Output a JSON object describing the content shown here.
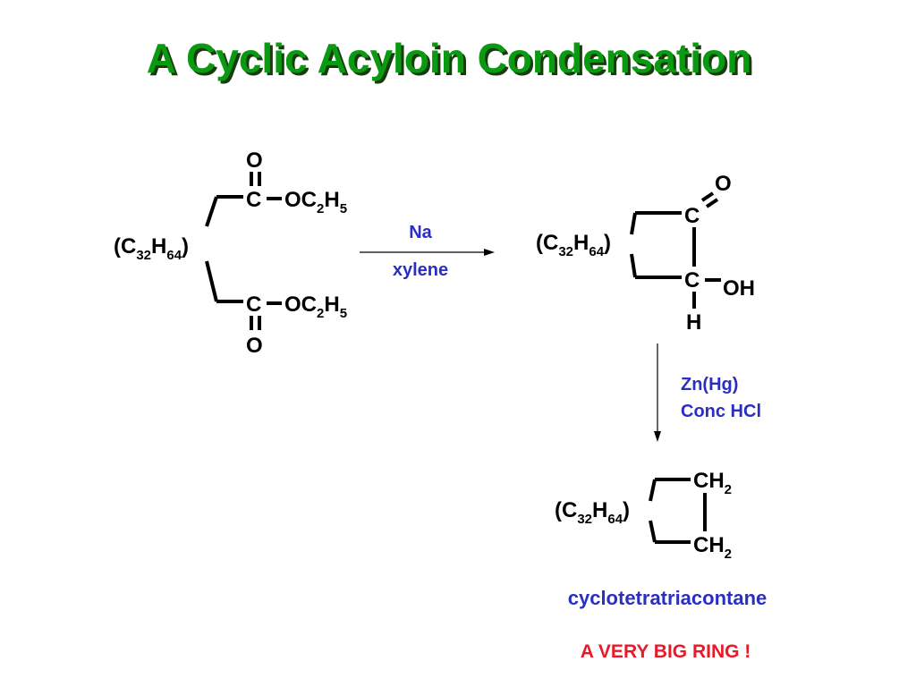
{
  "title": "A Cyclic Acyloin Condensation",
  "colors": {
    "title": "#0a9a12",
    "reagent": "#2a2fc2",
    "note": "#e81a28"
  },
  "chain": {
    "open": "(C",
    "c_sub": "32",
    "h": "H",
    "h_sub": "64",
    "close": ")"
  },
  "reactant": {
    "carbonyl_o": "O",
    "carbon": "C",
    "ester": {
      "o": "OC",
      "c_sub": "2",
      "h": "H",
      "h_sub": "5"
    }
  },
  "step1": {
    "reagent_top": "Na",
    "reagent_bottom": "xylene"
  },
  "acyloin": {
    "carbonyl_c": "C",
    "carbonyl_o": "O",
    "carbinol_c": "C",
    "hydroxyl": "OH",
    "hydrogen": "H"
  },
  "step2": {
    "reagent_top": "Zn(Hg)",
    "reagent_bottom": "Conc HCl"
  },
  "product": {
    "ch": "CH",
    "ch_sub": "2",
    "name": "cyclotetratriacontane"
  },
  "note": "A VERY BIG RING !"
}
